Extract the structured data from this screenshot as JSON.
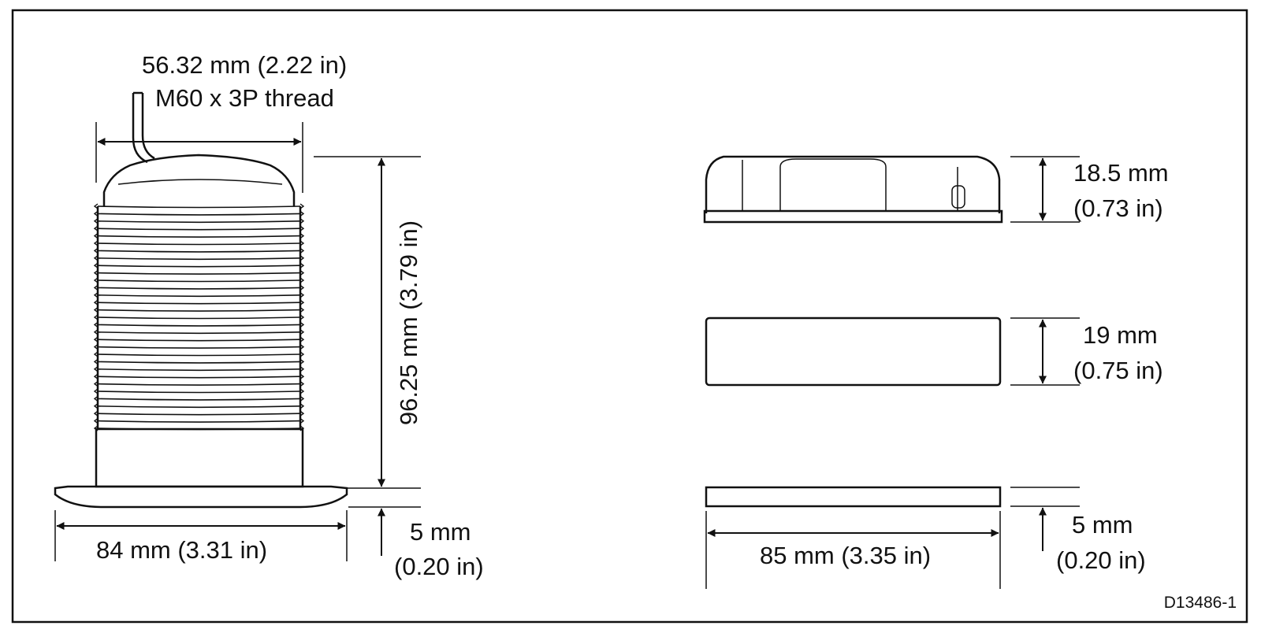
{
  "figure_id": "D13486-1",
  "colors": {
    "line": "#111111",
    "background": "#ffffff"
  },
  "left_view": {
    "thread_label_line1": "56.32 mm (2.22 in)",
    "thread_label_line2": "M60 x 3P thread",
    "height_label": "96.25 mm (3.79 in)",
    "flange_width_label": "84 mm (3.31 in)",
    "flange_thickness_label_line1": "5 mm",
    "flange_thickness_label_line2": "(0.20 in)"
  },
  "right_view": {
    "cap_height_line1": "18.5 mm",
    "cap_height_line2": "(0.73 in)",
    "nut_height_line1": "19 mm",
    "nut_height_line2": "(0.75 in)",
    "washer_thickness_line1": "5 mm",
    "washer_thickness_line2": "(0.20 in)",
    "width_label": "85 mm (3.35 in)"
  }
}
